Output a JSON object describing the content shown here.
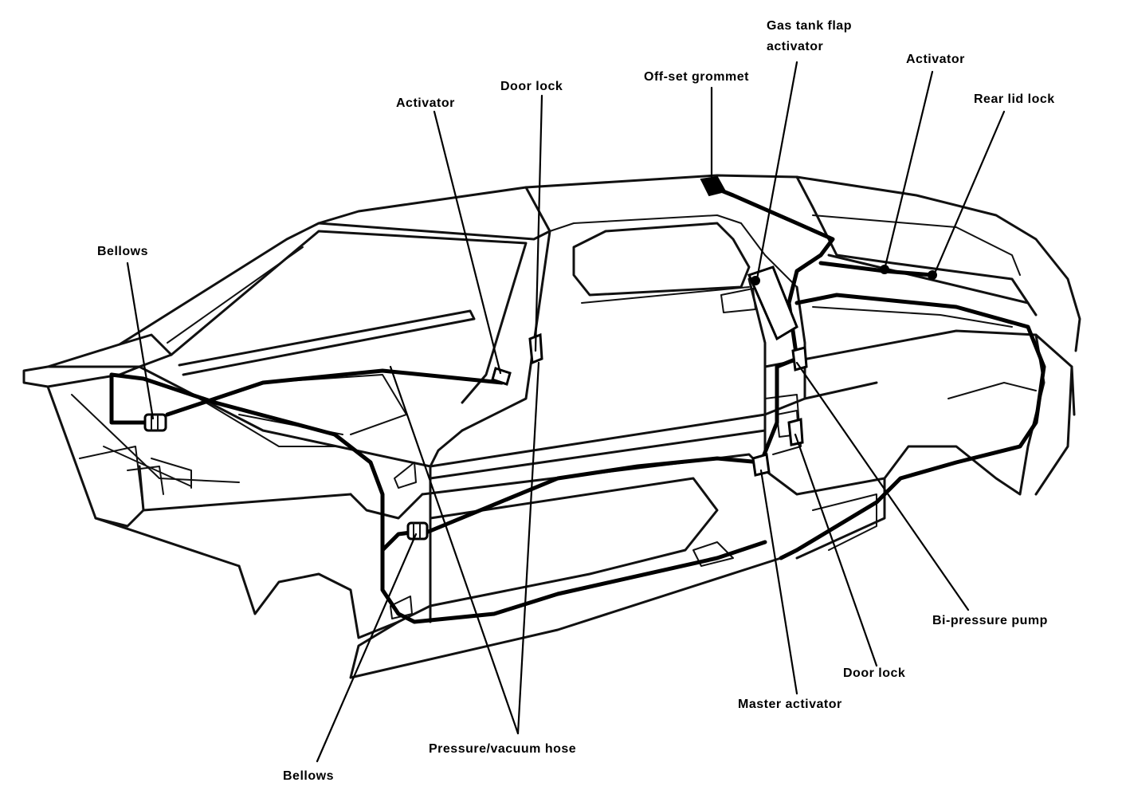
{
  "labels": {
    "gas_tank_flap_line1": "Gas tank flap",
    "gas_tank_flap_line2": "activator",
    "activator_top_right": "Activator",
    "offset_grommet": "Off-set grommet",
    "rear_lid_lock": "Rear lid lock",
    "door_lock_top": "Door lock",
    "activator_top_left": "Activator",
    "bellows_top": "Bellows",
    "bi_pressure_pump": "Bi-pressure pump",
    "door_lock_bottom": "Door lock",
    "master_activator": "Master activator",
    "pressure_vacuum_hose": "Pressure/vacuum hose",
    "bellows_bottom": "Bellows"
  }
}
